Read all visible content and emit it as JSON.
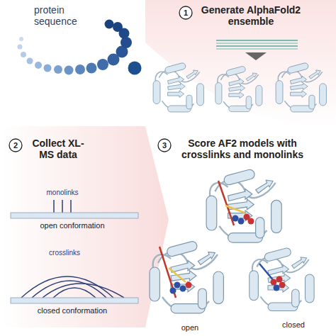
{
  "diagram": {
    "labels": [
      "protein sequence",
      "1",
      "Generate AlphaFold2 ensemble",
      "2",
      "Collect XL-MS data",
      "monolinks",
      "open conformation",
      "crosslinks",
      "closed conformation",
      "3",
      "Score AF2 models with crosslinks and monolinks",
      "open",
      "closed"
    ]
  }
}
